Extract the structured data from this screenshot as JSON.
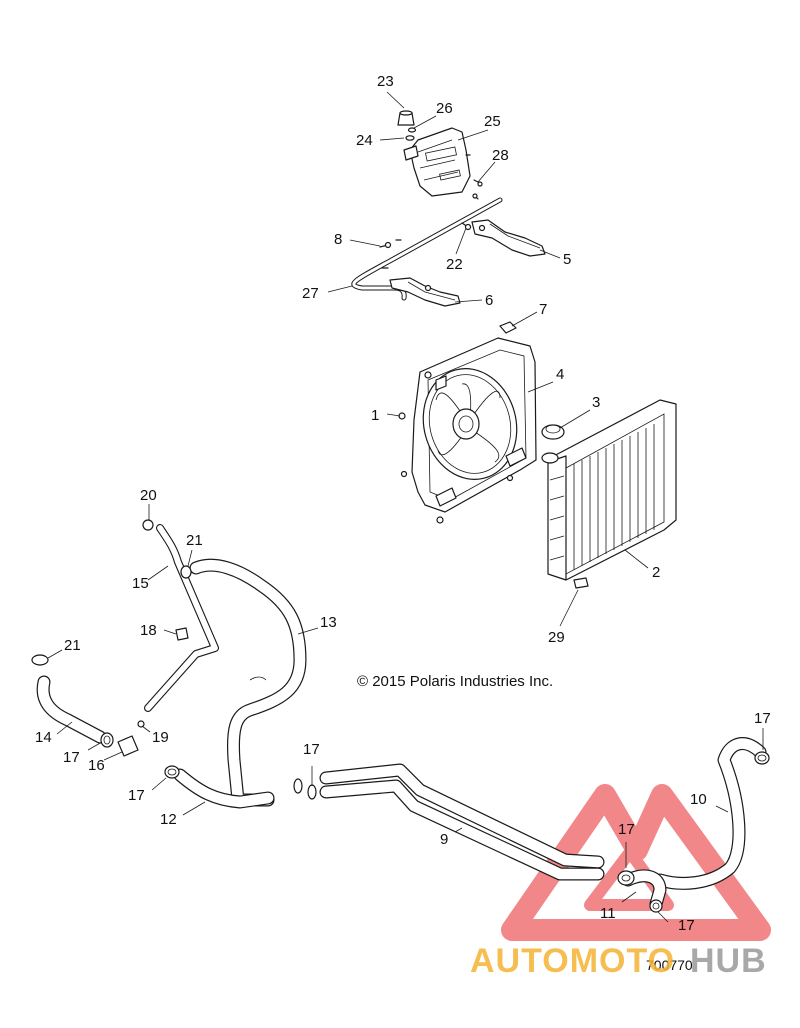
{
  "diagram": {
    "copyright": "© 2015 Polaris Industries Inc.",
    "part_number": "700770",
    "watermark": {
      "text_orange": "AUTOMOTO",
      "text_gray": "HUB",
      "color_orange": "#F5B232",
      "color_gray": "#9A9A9A",
      "color_red": "#E8262A"
    },
    "callouts": [
      "1",
      "2",
      "3",
      "4",
      "5",
      "6",
      "7",
      "8",
      "9",
      "10",
      "11",
      "12",
      "13",
      "14",
      "15",
      "16",
      "17",
      "17",
      "17",
      "17",
      "17",
      "17",
      "18",
      "19",
      "20",
      "21",
      "21",
      "22",
      "23",
      "24",
      "25",
      "26",
      "27",
      "28",
      "29"
    ],
    "parts": [
      {
        "id": "1",
        "name": "fastener"
      },
      {
        "id": "2",
        "name": "radiator"
      },
      {
        "id": "3",
        "name": "radiator-cap"
      },
      {
        "id": "4",
        "name": "fan-shroud-assembly"
      },
      {
        "id": "5",
        "name": "bracket-right"
      },
      {
        "id": "6",
        "name": "bracket-left"
      },
      {
        "id": "7",
        "name": "grommet"
      },
      {
        "id": "8",
        "name": "screw"
      },
      {
        "id": "9",
        "name": "coolant-tube"
      },
      {
        "id": "10",
        "name": "hose"
      },
      {
        "id": "11",
        "name": "hose-elbow"
      },
      {
        "id": "12",
        "name": "hose"
      },
      {
        "id": "13",
        "name": "hose"
      },
      {
        "id": "14",
        "name": "hose"
      },
      {
        "id": "15",
        "name": "hose"
      },
      {
        "id": "16",
        "name": "fitting"
      },
      {
        "id": "17",
        "name": "hose-clamp"
      },
      {
        "id": "18",
        "name": "clip"
      },
      {
        "id": "19",
        "name": "fitting"
      },
      {
        "id": "20",
        "name": "cap"
      },
      {
        "id": "21",
        "name": "clamp"
      },
      {
        "id": "22",
        "name": "screw"
      },
      {
        "id": "23",
        "name": "reservoir-cap"
      },
      {
        "id": "24",
        "name": "seal"
      },
      {
        "id": "25",
        "name": "coolant-reservoir"
      },
      {
        "id": "26",
        "name": "gasket"
      },
      {
        "id": "27",
        "name": "overflow-hose"
      },
      {
        "id": "28",
        "name": "screw"
      },
      {
        "id": "29",
        "name": "drain-plug"
      }
    ]
  }
}
